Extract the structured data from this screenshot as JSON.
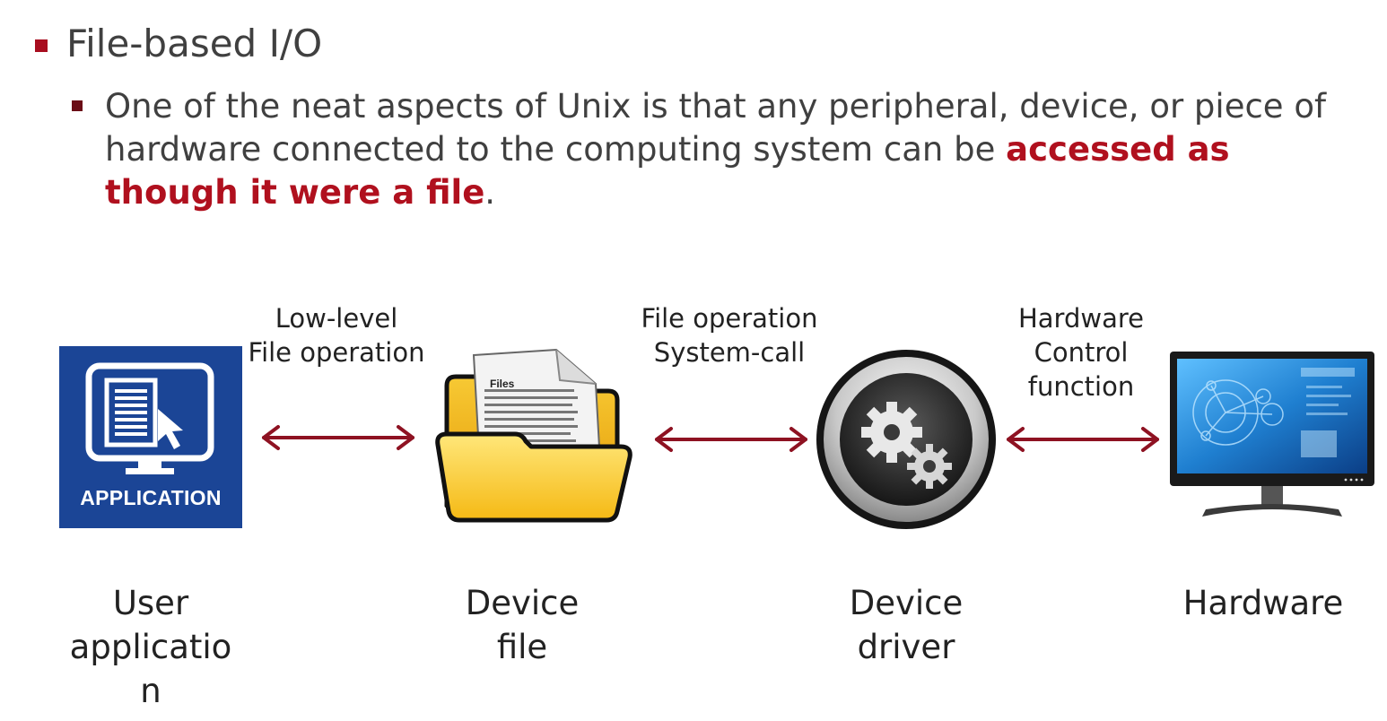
{
  "bullets": {
    "level1": "File-based I/O",
    "level2_before": "One of the neat aspects of Unix is that any peripheral, device, or piece of hardware connected to the computing system can be ",
    "level2_emphasis": "accessed as though it were a file",
    "level2_after": "."
  },
  "diagram": {
    "nodes": {
      "application": {
        "icon_text": "APPLICATION",
        "label_lines": [
          "User",
          "applicatio",
          "n"
        ]
      },
      "device_file": {
        "icon_text": "Files",
        "label_lines": [
          "Device",
          "file"
        ]
      },
      "device_driver": {
        "label_lines": [
          "Device",
          "driver"
        ]
      },
      "hardware": {
        "label_lines": [
          "Hardware"
        ]
      }
    },
    "edges": {
      "app_to_file": [
        "Low-level",
        "File operation"
      ],
      "file_to_driver": [
        "File operation",
        "System-call"
      ],
      "driver_to_hardware": [
        "Hardware",
        "Control",
        "function"
      ]
    }
  },
  "colors": {
    "accent": "#b0101e",
    "arrow": "#8e1222",
    "app_blue": "#1b4596",
    "folder_yellow": "#f5c518"
  }
}
